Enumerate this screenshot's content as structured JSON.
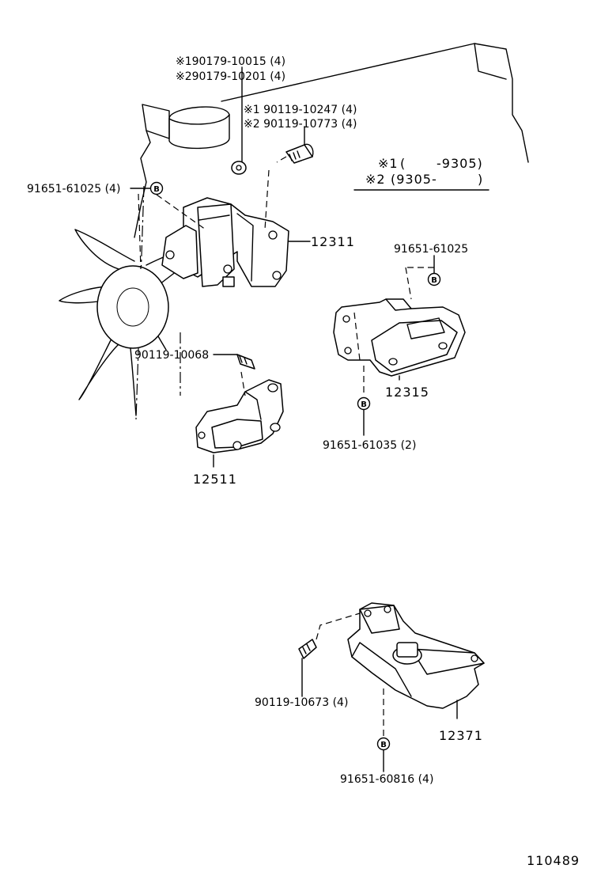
{
  "labels": {
    "bolt_set_a_1": "※190179-10015 (4)",
    "bolt_set_a_2": "※290179-10201 (4)",
    "bolt_set_b_1": "※1 90119-10247 (4)",
    "bolt_set_b_2": "※2 90119-10773 (4)",
    "nut_top_left": "91651-61025 (4)",
    "part_12311": "12311",
    "nut_right_top": "91651-61025",
    "bolt_fan": "90119-10068",
    "part_12315": "12315",
    "nut_right_bottom": "91651-61035 (2)",
    "part_12511": "12511",
    "bolt_lower": "90119-10673 (4)",
    "part_12371": "12371",
    "nut_lower": "91651-60816 (4)",
    "figure_id": "110489"
  },
  "legend": {
    "row1_mark": "※1",
    "row1_open": "(",
    "row1_range": "-9305)",
    "row2_mark": "※2",
    "row2_range": "(9305-",
    "row2_close": ")"
  },
  "badge_symbol": "B"
}
